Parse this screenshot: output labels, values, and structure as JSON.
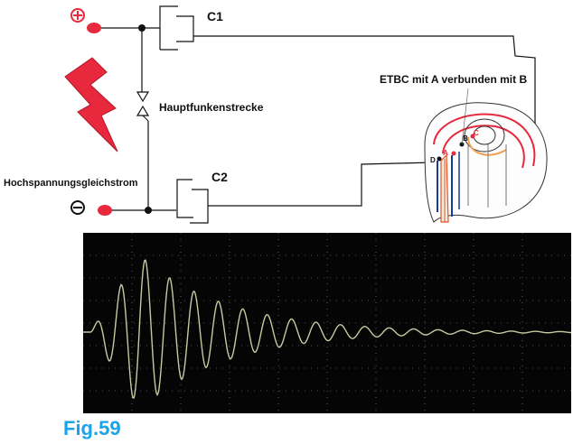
{
  "labels": {
    "c1": "C1",
    "c2": "C2",
    "spark_gap": "Hauptfunkenstrecke",
    "hv_dc": "Hochspannungsgleichstrom",
    "etbc": "ETBC mit A verbunden mit B",
    "point_a": "A",
    "point_b": "B",
    "point_c": "C",
    "point_d": "D",
    "plus_sign": "+",
    "minus_sign": "−",
    "figure": "Fig.59"
  },
  "colors": {
    "terminal": "#e8283c",
    "bolt": "#e8283c",
    "wire": "#111111",
    "scope_bg": "#050505",
    "scope_grid": "#9a9a9a",
    "scope_trace": "#c8c9a0",
    "figure_label": "#1aa3e8",
    "coil_outer": "#e8283c",
    "coil_inner": "#f0a050"
  },
  "icons": {
    "bolt": "lightning-bolt-icon",
    "plus": "plus-terminal-icon",
    "minus": "minus-terminal-icon"
  }
}
